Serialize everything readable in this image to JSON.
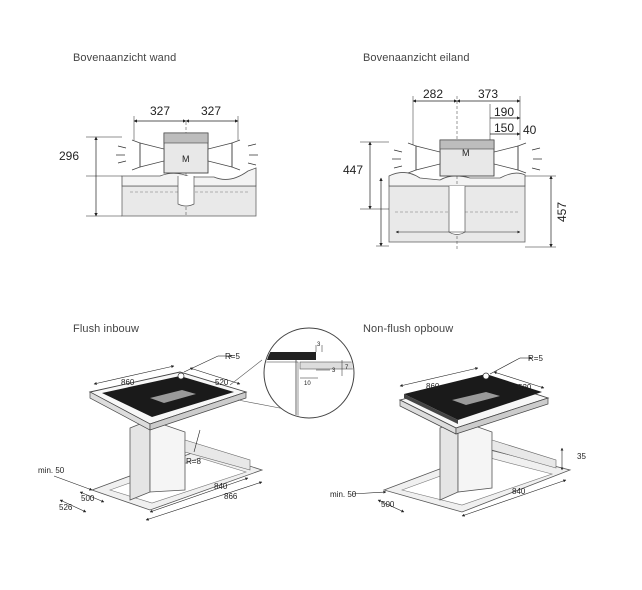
{
  "titles": {
    "top_left": "Bovenaanzicht wand",
    "top_right": "Bovenaanzicht eiland",
    "bottom_left": "Flush inbouw",
    "bottom_right": "Non-flush opbouw"
  },
  "wall": {
    "w1": "327",
    "w2": "327",
    "h": "296",
    "motor": "M"
  },
  "island": {
    "w1": "282",
    "w2": "373",
    "d190": "190",
    "d150": "150",
    "d40": "40",
    "h447": "447",
    "h457": "457",
    "motor": "M"
  },
  "flush": {
    "r5": "R=5",
    "w860": "860",
    "w520": "520",
    "r8": "R=8",
    "min50": "min. 50",
    "d500": "500",
    "d526": "526",
    "d840": "840",
    "d866": "866",
    "detail3": "3",
    "detail7": "7",
    "detail3b": "3",
    "detail10": "10"
  },
  "nonflush": {
    "r5": "R=5",
    "w860": "860",
    "w520": "520",
    "min50": "min. 50",
    "d500": "500",
    "d840": "840",
    "d35": "35"
  }
}
